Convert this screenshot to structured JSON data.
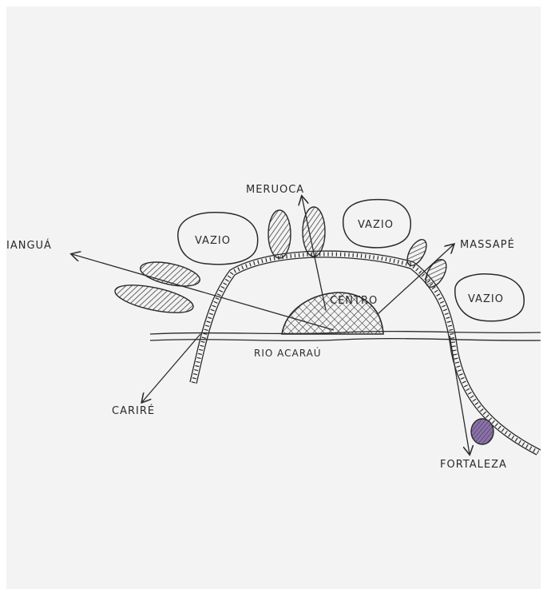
{
  "labels": {
    "meruoca": "MERUOCA",
    "ianguá": "IANGUÁ",
    "massapé": "MASSAPÉ",
    "cariré": "CARIRÉ",
    "fortaleza": "FORTALEZA",
    "centro": "CENTRO",
    "rio": "RIO ACARAÚ",
    "vazio_1": "VAZIO",
    "vazio_2": "VAZIO",
    "vazio_3": "VAZIO"
  },
  "colors": {
    "paper": "#f3f3f3",
    "ink": "#2a2a2a",
    "accent_fill": "#8a72a8"
  }
}
